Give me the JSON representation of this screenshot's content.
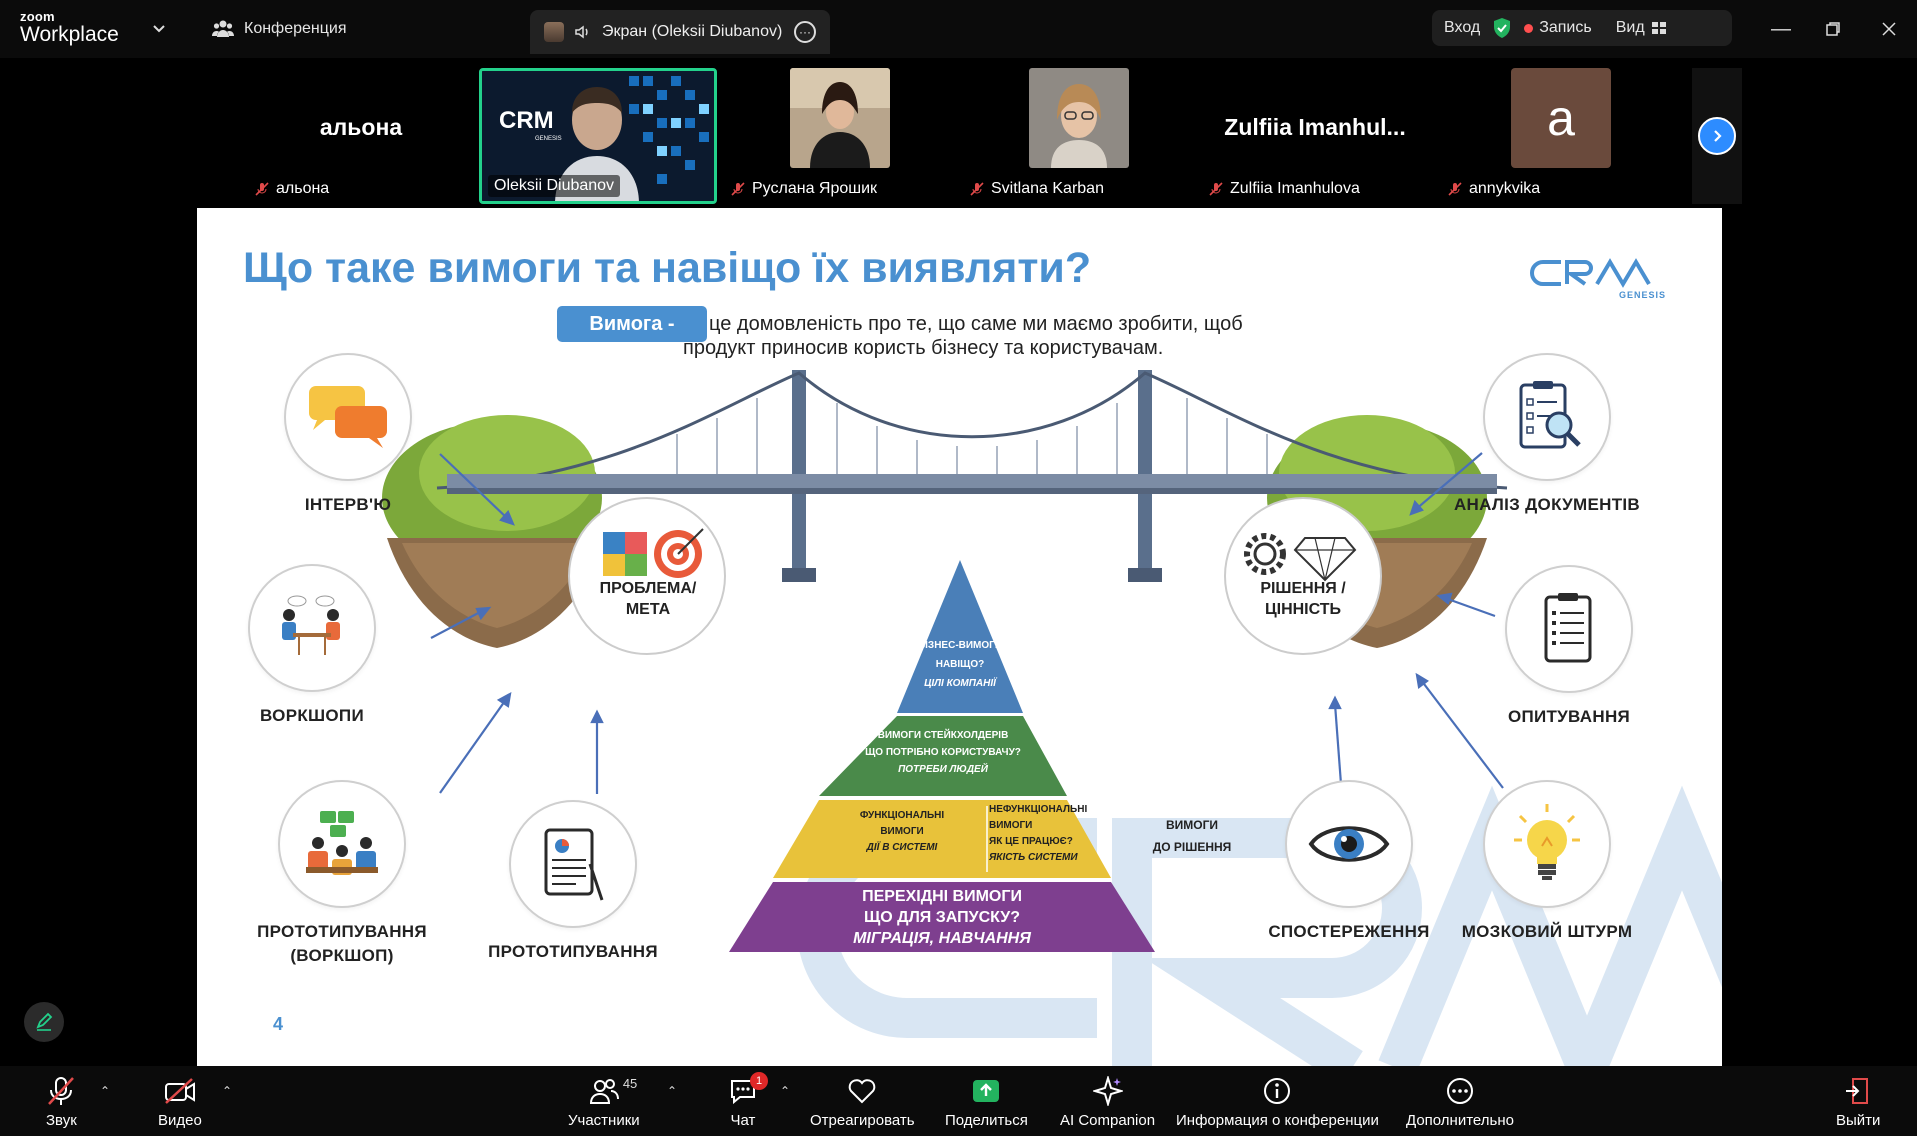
{
  "app": {
    "logo_small": "zoom",
    "logo_big": "Workplace",
    "conference_label": "Конференция",
    "screen_tab_label": "Экран (Oleksii Diubanov)",
    "login_label": "Вход",
    "record_label": "Запись",
    "view_label": "Вид"
  },
  "participants": [
    {
      "big_name": "альона",
      "name": "альона",
      "muted": true
    },
    {
      "name": "Oleksii Diubanov",
      "active": true
    },
    {
      "name": "Руслана Ярошик",
      "muted": true
    },
    {
      "name": "Svitlana Karban",
      "muted": true
    },
    {
      "big_name": "Zulfiia  Imanhul...",
      "name": "Zulfiia Imanhulova",
      "muted": true
    },
    {
      "initial": "a",
      "name": "annykvika",
      "muted": true
    }
  ],
  "slide": {
    "title": "Що таке вимоги та навіщо їх виявляти?",
    "logo_text": "GENESIS",
    "definition_term": "Вимога -",
    "definition_line1": "це домовленість про те, що саме ми маємо зробити, щоб",
    "definition_line2": "продукт приносив користь бізнесу та користувачам.",
    "problem_label_1": "ПРОБЛЕМА/",
    "problem_label_2": "МЕТА",
    "solution_label_1": "РІШЕННЯ /",
    "solution_label_2": "ЦІННІСТЬ",
    "methods_left": {
      "interview": "ІНТЕРВ'Ю",
      "workshops": "ВОРКШОПИ",
      "proto_workshop_1": "ПРОТОТИПУВАННЯ",
      "proto_workshop_2": "(ВОРКШОП)",
      "prototyping": "ПРОТОТИПУВАННЯ"
    },
    "methods_right": {
      "doc_analysis": "АНАЛІЗ ДОКУМЕНТІВ",
      "surveys": "ОПИТУВАННЯ",
      "observation": "СПОСТЕРЕЖЕННЯ",
      "brainstorm": "МОЗКОВИЙ ШТУРМ"
    },
    "pyramid": {
      "l1_1": "БІЗНЕС-ВИМОГИ",
      "l1_2": "НАВІЩО?",
      "l1_3": "ЦІЛІ КОМПАНІЇ",
      "l2_1": "ВИМОГИ СТЕЙКХОЛДЕРІВ",
      "l2_2": "ЩО ПОТРІБНО КОРИСТУВАЧУ?",
      "l2_3": "ПОТРЕБИ ЛЮДЕЙ",
      "l3a_1": "ФУНКЦІОНАЛЬНІ",
      "l3a_2": "ВИМОГИ",
      "l3a_3": "ДІЇ В СИСТЕМІ",
      "l3b_1": "НЕФУНКЦІОНАЛЬНІ",
      "l3b_2": "ВИМОГИ",
      "l3b_3": "ЯК ЦЕ ПРАЦЮЄ?",
      "l3b_4": "ЯКІСТЬ СИСТЕМИ",
      "l4_1": "ПЕРЕХІДНІ ВИМОГИ",
      "l4_2": "ЩО ДЛЯ ЗАПУСКУ?",
      "l4_3": "МІГРАЦІЯ, НАВЧАННЯ",
      "side_1": "ВИМОГИ",
      "side_2": "ДО РІШЕННЯ"
    },
    "page_number": "4"
  },
  "toolbar": {
    "audio": "Звук",
    "video": "Видео",
    "participants": "Участники",
    "participants_count": "45",
    "chat": "Чат",
    "chat_badge": "1",
    "react": "Отреагировать",
    "share": "Поделиться",
    "ai": "AI Companion",
    "info": "Информация о конференции",
    "more": "Дополнительно",
    "leave": "Выйти"
  },
  "colors": {
    "accent_blue": "#4a90d0",
    "zoom_blue": "#2d8cff",
    "active_green": "#23d18b",
    "pyramid_top": "#4a7fb8",
    "pyramid_2": "#4a8a4a",
    "pyramid_3": "#e8c23a",
    "pyramid_4": "#7e3f8f"
  }
}
